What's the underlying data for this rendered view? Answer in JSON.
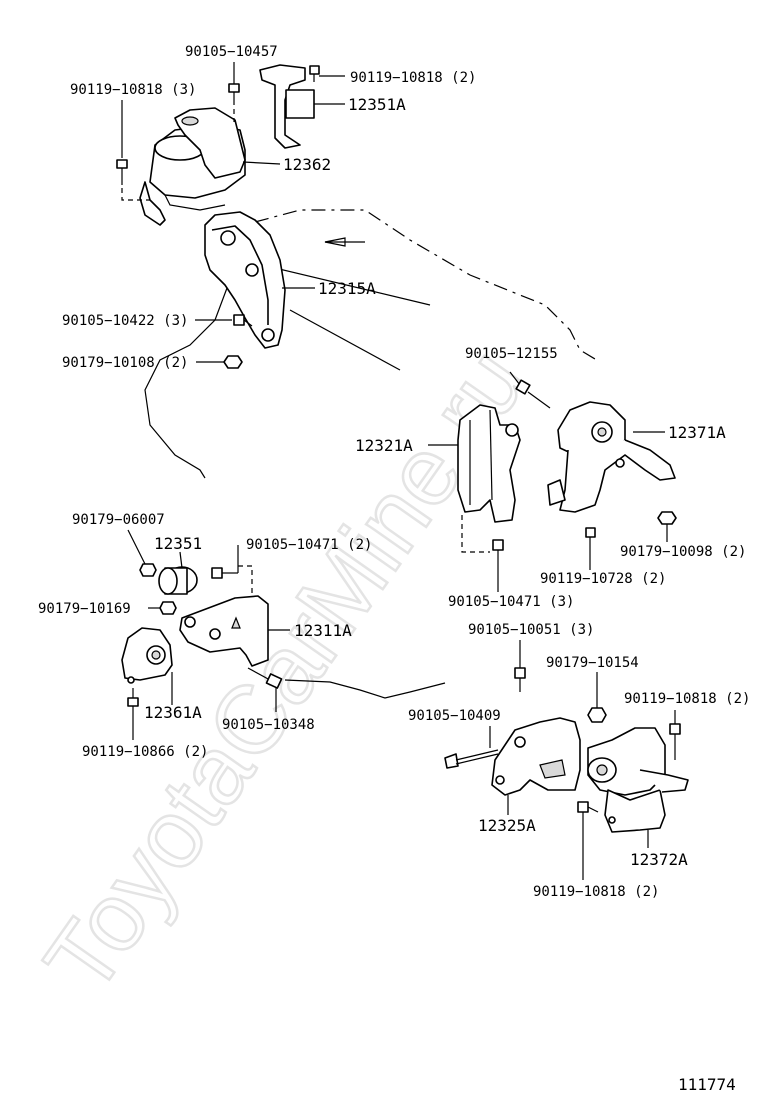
{
  "watermark": "ToyotaCarMine.ru",
  "figure_number": "111774",
  "labels": {
    "p_90105_10457": "90105−10457",
    "p_90119_10818_3": "90119−10818 (3)",
    "p_90119_10818_2a": "90119−10818 (2)",
    "p_12351A": "12351A",
    "p_12362": "12362",
    "p_12315A": "12315A",
    "p_90105_10422_3": "90105−10422 (3)",
    "p_90179_10108_2": "90179−10108 (2)",
    "p_90105_12155": "90105−12155",
    "p_12321A": "12321A",
    "p_12371A": "12371A",
    "p_90179_06007": "90179−06007",
    "p_12351": "12351",
    "p_90105_10471_2": "90105−10471 (2)",
    "p_90179_10169": "90179−10169",
    "p_12311A": "12311A",
    "p_12361A": "12361A",
    "p_90105_10348": "90105−10348",
    "p_90119_10866_2": "90119−10866 (2)",
    "p_90105_10471_3": "90105−10471 (3)",
    "p_90119_10728_2": "90119−10728 (2)",
    "p_90179_10098_2": "90179−10098 (2)",
    "p_90105_10051_3": "90105−10051 (3)",
    "p_90179_10154": "90179−10154",
    "p_90119_10818_2b": "90119−10818 (2)",
    "p_90105_10409": "90105−10409",
    "p_12325A": "12325A",
    "p_12372A": "12372A",
    "p_90119_10818_2c": "90119−10818 (2)"
  }
}
